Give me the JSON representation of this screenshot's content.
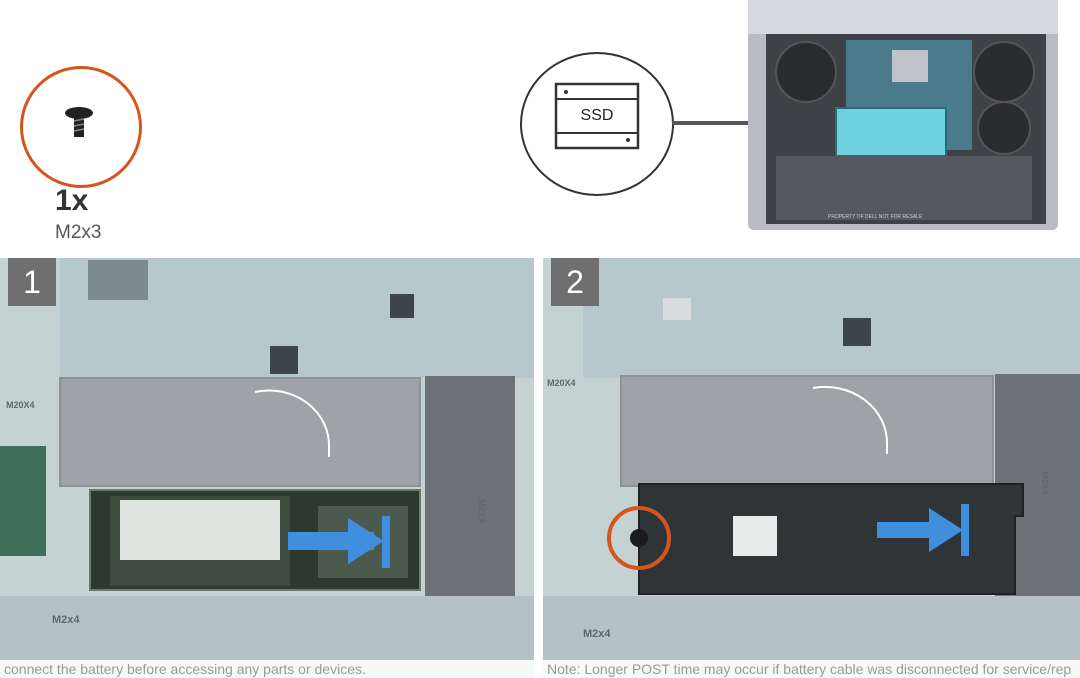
{
  "screw": {
    "quantity": "1x",
    "size": "M2x3"
  },
  "ssd_icon": {
    "label": "SSD"
  },
  "overview": {
    "battery_text": "PROPERTY OF DELL NOT FOR RESALE"
  },
  "steps": [
    {
      "number": "1",
      "labels": {
        "screw_marker": "M2x4",
        "top_left_marker": "M20X4",
        "side_marker": "M2X4"
      },
      "footer": "connect the battery before accessing any parts or devices."
    },
    {
      "number": "2",
      "labels": {
        "screw_marker": "M2x4",
        "top_left_marker": "M20X4",
        "side_marker": "M2X4"
      },
      "footer": "Note: Longer POST time may occur if battery cable was disconnected for service/rep"
    }
  ],
  "colors": {
    "callout_orange": "#d4561e",
    "arrow_blue": "#3f8fdc",
    "badge_gray": "#6f6f6f"
  }
}
